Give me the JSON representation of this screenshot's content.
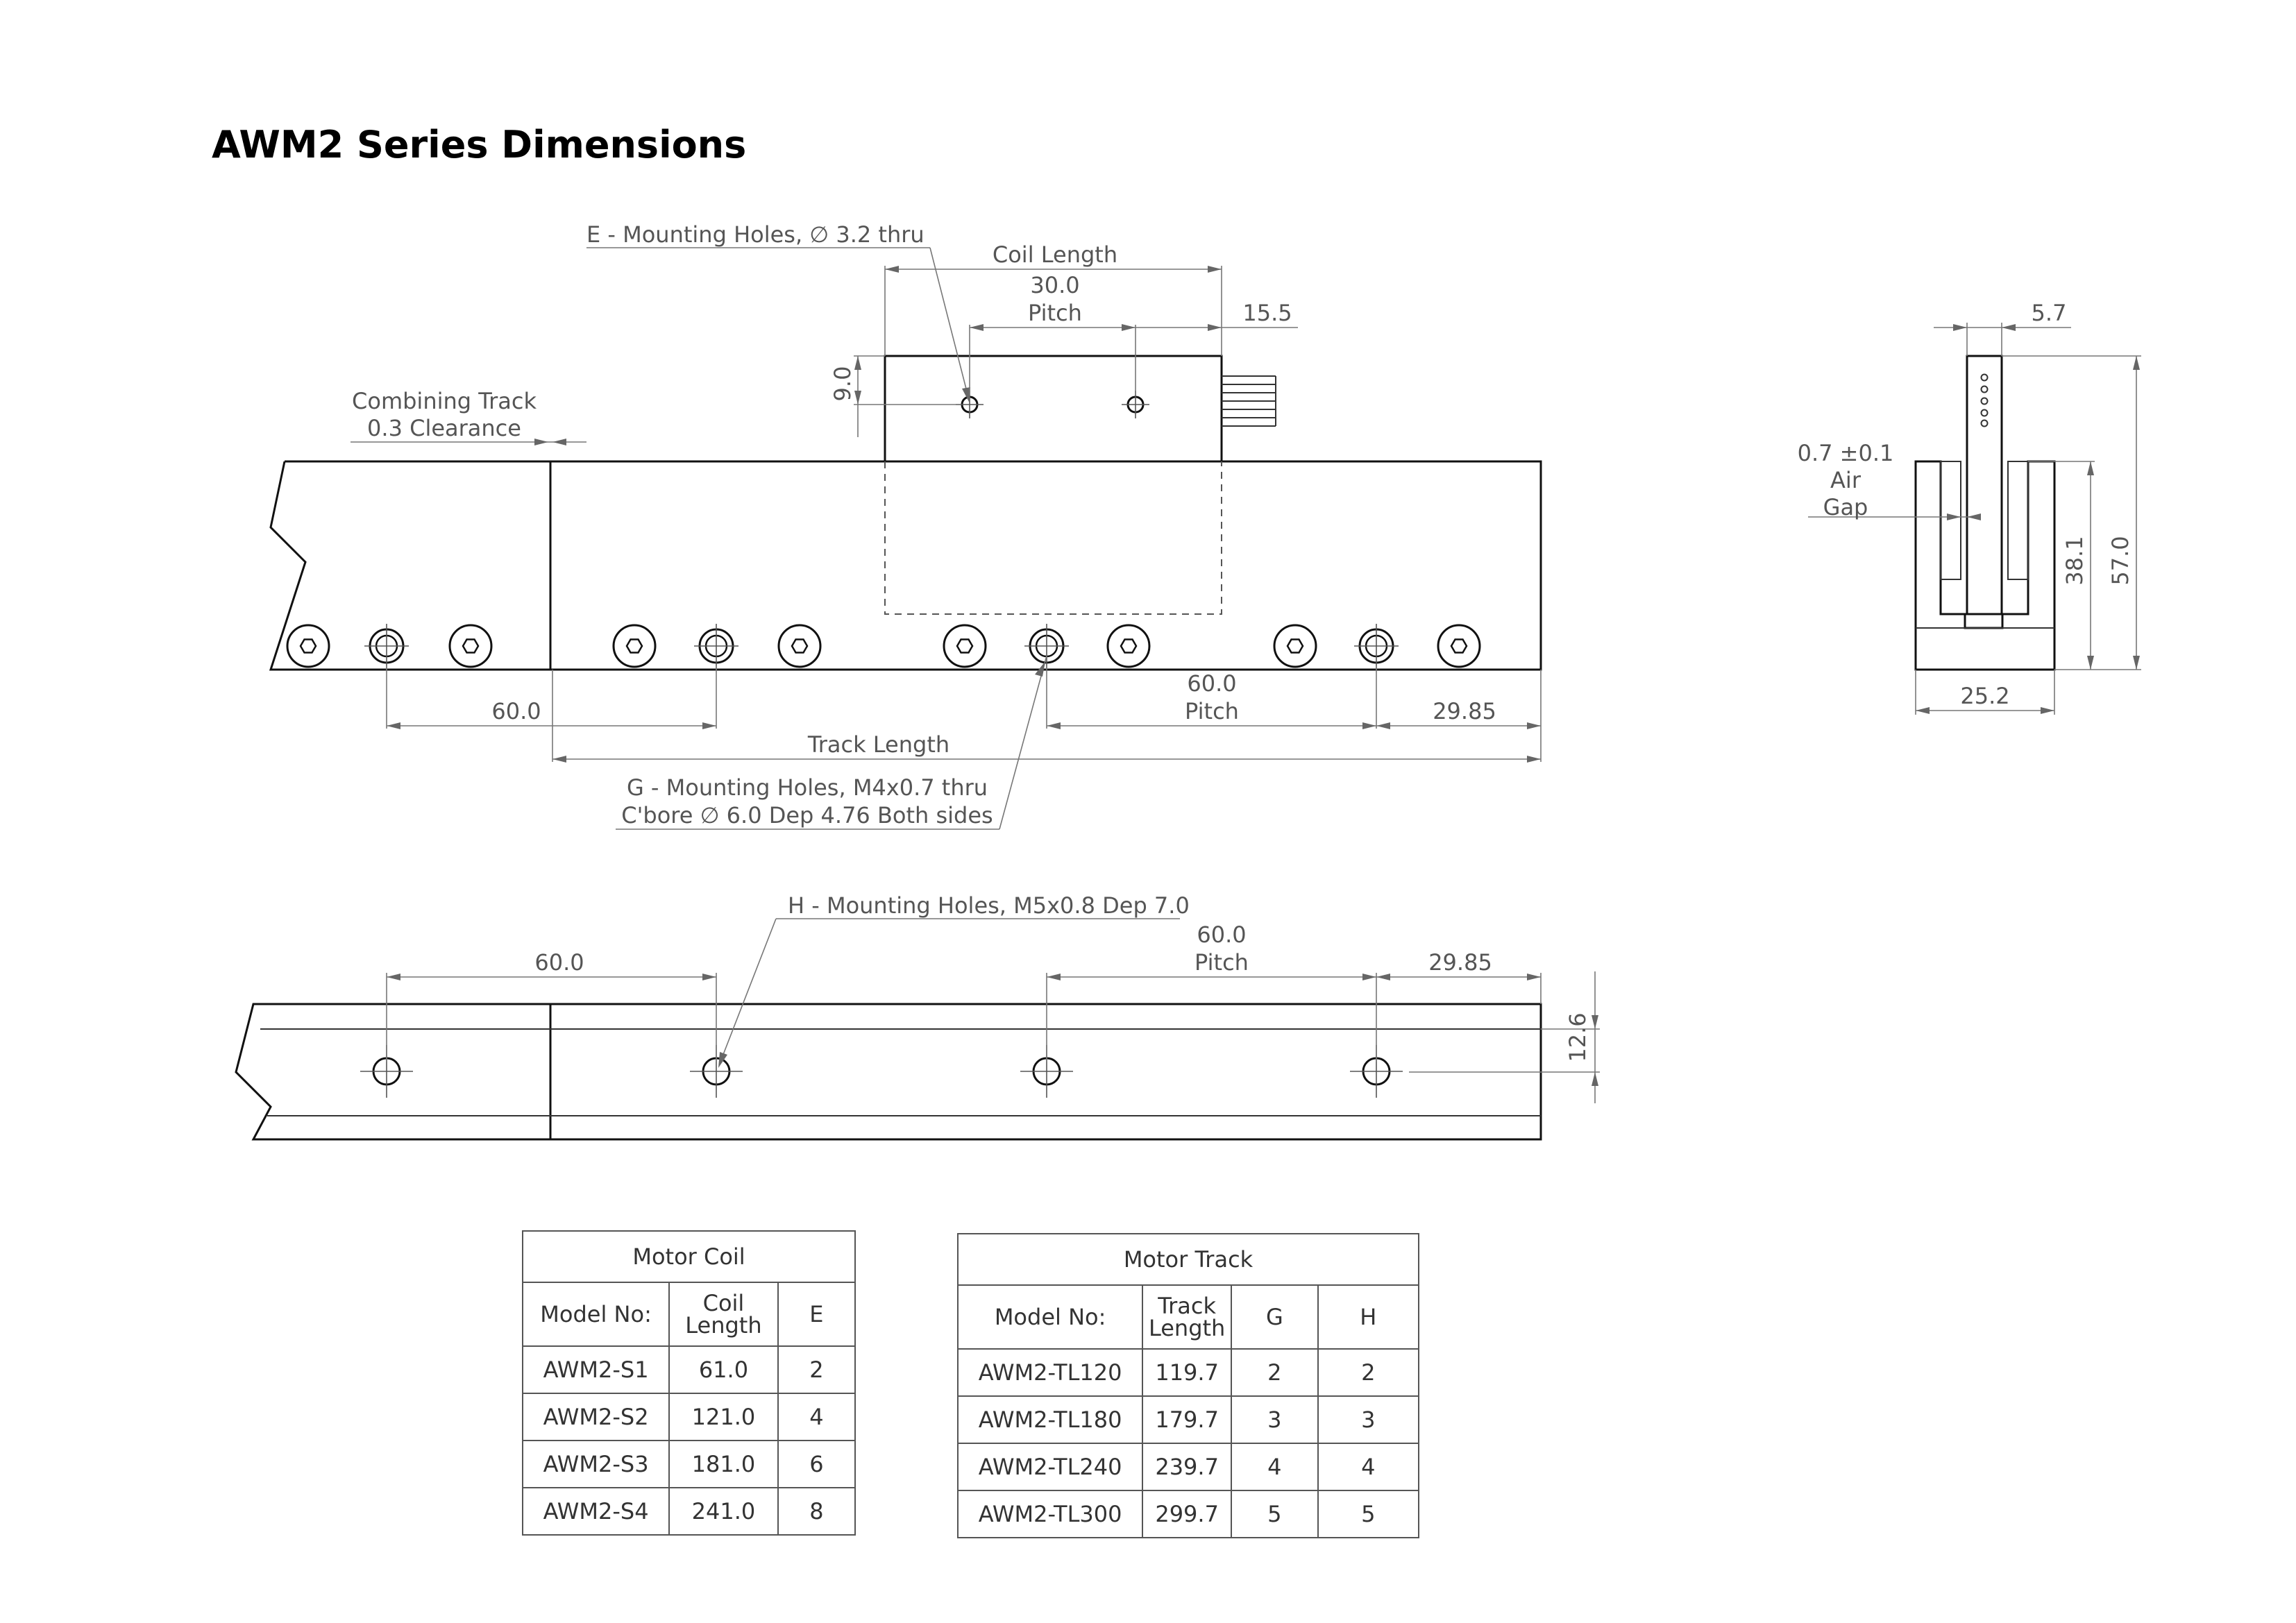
{
  "title": "AWM2 Series Dimensions",
  "front_view": {
    "e_holes": "E - Mounting Holes, ∅ 3.2  thru",
    "coil_length": "Coil Length",
    "coil_pitch_value": "30.0",
    "coil_pitch_label": "Pitch",
    "cable_offset": "15.5",
    "hole_height": "9.0",
    "combining_1": "Combining Track",
    "combining_2": "0.3 Clearance",
    "track_spacing": "60.0",
    "pitch_value": "60.0",
    "pitch_label": "Pitch",
    "end_offset": "29.85",
    "track_length": "Track Length",
    "g_holes_1": "G - Mounting Holes, M4x0.7 thru",
    "g_holes_2": "C'bore  ∅  6.0 Dep 4.76 Both sides"
  },
  "side_view": {
    "top_width": "5.7",
    "air_gap_1": "0.7 ±0.1",
    "air_gap_2": "Air",
    "air_gap_3": "Gap",
    "inner_height": "38.1",
    "total_height": "57.0",
    "base_width": "25.2"
  },
  "bottom_view": {
    "h_holes": "H - Mounting Holes, M5x0.8 Dep 7.0",
    "spacing": "60.0",
    "pitch_value": "60.0",
    "pitch_label": "Pitch",
    "end_offset": "29.85",
    "height": "12.6"
  },
  "motor_coil_table": {
    "title": "Motor Coil",
    "headers": [
      "Model No:",
      "Coil Length",
      "E"
    ],
    "rows": [
      [
        "AWM2-S1",
        "61.0",
        "2"
      ],
      [
        "AWM2-S2",
        "121.0",
        "4"
      ],
      [
        "AWM2-S3",
        "181.0",
        "6"
      ],
      [
        "AWM2-S4",
        "241.0",
        "8"
      ]
    ]
  },
  "motor_track_table": {
    "title": "Motor Track",
    "headers": [
      "Model No:",
      "Track Length",
      "G",
      "H"
    ],
    "rows": [
      [
        "AWM2-TL120",
        "119.7",
        "2",
        "2"
      ],
      [
        "AWM2-TL180",
        "179.7",
        "3",
        "3"
      ],
      [
        "AWM2-TL240",
        "239.7",
        "4",
        "4"
      ],
      [
        "AWM2-TL300",
        "299.7",
        "5",
        "5"
      ]
    ]
  }
}
